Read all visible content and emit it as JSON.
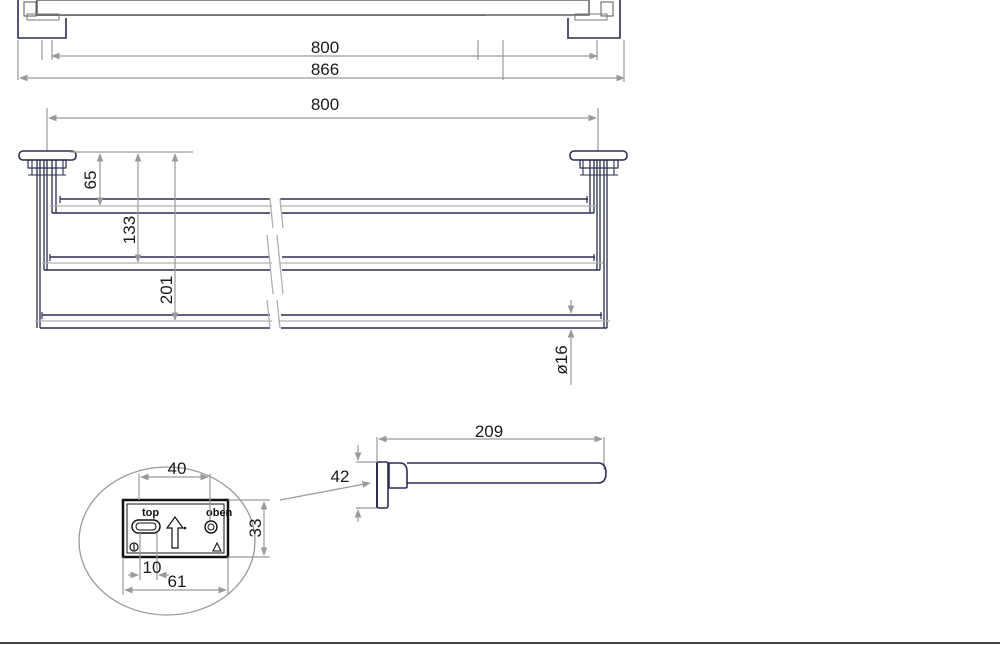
{
  "drawing": {
    "title": "Triple towel rail technical drawing",
    "colors": {
      "object_line": "#2b2d52",
      "dimension_line": "#9a9a9a",
      "background": "#ffffff"
    },
    "top_view": {
      "dim_inner": "800",
      "dim_overall": "866"
    },
    "front_view": {
      "dim_span": "800",
      "dim_bar1_drop": "65",
      "dim_bar2_drop": "133",
      "dim_bar3_drop": "201",
      "dim_diameter": "ø16"
    },
    "side_view": {
      "dim_depth": "209",
      "dim_height": "42"
    },
    "detail_view": {
      "dim_hole_spacing": "40",
      "dim_height": "33",
      "dim_slot": "10",
      "dim_width": "61",
      "label_top": "top",
      "label_oben": "oben"
    }
  }
}
